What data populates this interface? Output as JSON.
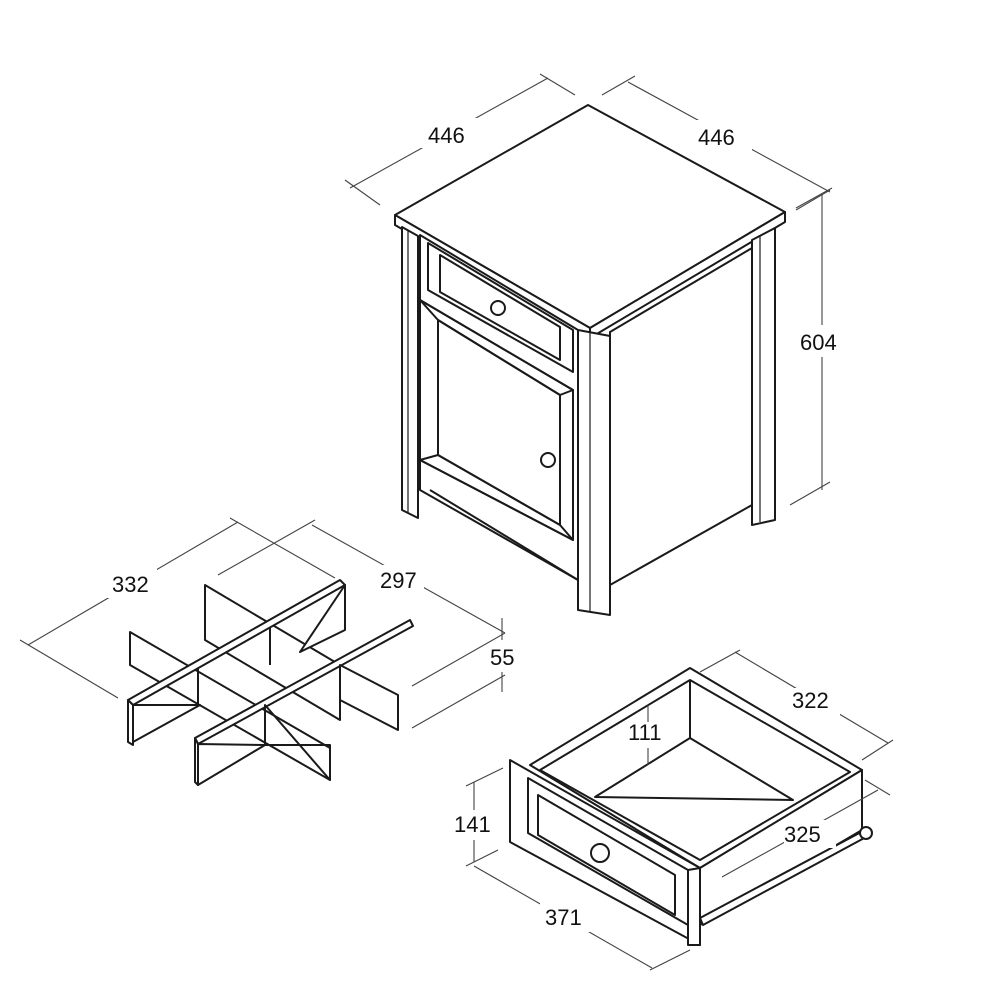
{
  "diagram": {
    "title": "Nightstand with drawer and door — technical dimension drawing",
    "units": "mm",
    "colors": {
      "line": "#1a1a1a",
      "dimension": "#444444",
      "background": "#ffffff"
    },
    "cabinet": {
      "width_label": "446",
      "depth_label": "446",
      "height_label": "604"
    },
    "divider_insert": {
      "length_label": "332",
      "width_label": "297",
      "height_label": "55"
    },
    "drawer": {
      "front_width_label": "371",
      "front_height_label": "141",
      "inner_depth_label": "322",
      "inner_height_label": "111",
      "length_label": "325"
    }
  }
}
